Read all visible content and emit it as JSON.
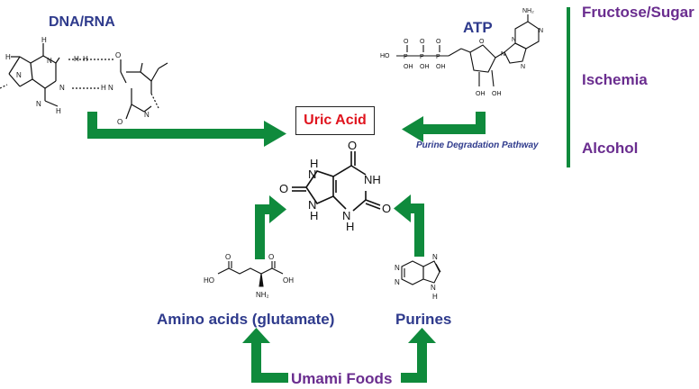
{
  "labels": {
    "dna_rna": "DNA/RNA",
    "atp": "ATP",
    "uric_acid": "Uric Acid",
    "pathway": "Purine Degradation Pathway",
    "amino_acids": "Amino acids (glutamate)",
    "purines": "Purines",
    "umami": "Umami Foods"
  },
  "risk_factors": [
    "Fructose/Sugar",
    "Ischemia",
    "Alcohol"
  ],
  "atoms": {
    "O": "O",
    "N": "N",
    "H": "H",
    "NH": "NH",
    "N_H": "H",
    "NH2": "NH₂",
    "OH": "OH",
    "HO": "HO",
    "P": "P",
    "NH2b": "NH₂"
  },
  "colors": {
    "arrow": "#0f8a3c",
    "label_blue": "#2e3a8c",
    "label_purple": "#6a2d8f",
    "uric_red": "#e0141e"
  }
}
